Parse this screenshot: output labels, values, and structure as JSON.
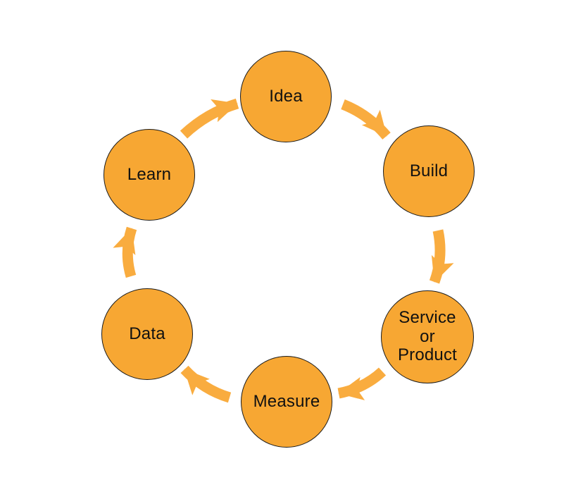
{
  "diagram": {
    "type": "cycle",
    "nodes": [
      {
        "id": "idea",
        "label": "Idea"
      },
      {
        "id": "build",
        "label": "Build"
      },
      {
        "id": "service-or-product",
        "label": "Service\nor\nProduct"
      },
      {
        "id": "measure",
        "label": "Measure"
      },
      {
        "id": "data",
        "label": "Data"
      },
      {
        "id": "learn",
        "label": "Learn"
      }
    ],
    "edges": [
      {
        "from": "Idea",
        "to": "Build"
      },
      {
        "from": "Build",
        "to": "Service or Product"
      },
      {
        "from": "Service or Product",
        "to": "Measure"
      },
      {
        "from": "Measure",
        "to": "Data"
      },
      {
        "from": "Data",
        "to": "Learn"
      },
      {
        "from": "Learn",
        "to": "Idea"
      }
    ],
    "colors": {
      "node_fill": "#F7A733",
      "node_border": "#1C1C1C",
      "arrow": "#F9AC3F",
      "text": "#111111"
    }
  }
}
